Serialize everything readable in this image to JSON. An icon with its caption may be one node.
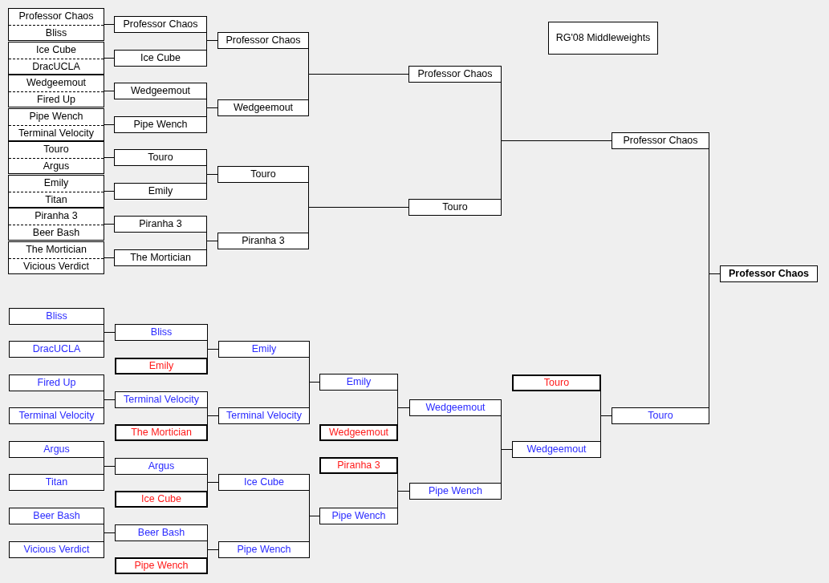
{
  "diagram": {
    "nodes": [
      {
        "text": [
          "Professor Chaos",
          "Bliss"
        ]
      },
      {
        "text": [
          "Ice Cube",
          "DracUCLA"
        ]
      },
      {
        "text": [
          "Wedgeemout",
          "Fired Up"
        ]
      },
      {
        "text": [
          "Pipe Wench",
          "Terminal Velocity"
        ]
      },
      {
        "text": [
          "Touro",
          "Argus"
        ]
      },
      {
        "text": [
          "Emily",
          "Titan"
        ]
      },
      {
        "text": [
          "Piranha 3",
          "Beer Bash"
        ]
      },
      {
        "text": [
          "The Mortician",
          "Vicious Verdict"
        ]
      },
      {
        "text": [
          "Professor Chaos"
        ]
      },
      {
        "text": [
          "Ice Cube"
        ]
      },
      {
        "text": [
          "Wedgeemout"
        ]
      },
      {
        "text": [
          "Pipe Wench"
        ]
      },
      {
        "text": [
          "Touro"
        ]
      },
      {
        "text": [
          "Emily"
        ]
      },
      {
        "text": [
          "Piranha 3"
        ]
      },
      {
        "text": [
          "The Mortician"
        ]
      },
      {
        "text": [
          "Professor Chaos"
        ]
      },
      {
        "text": [
          "Wedgeemout"
        ]
      },
      {
        "text": [
          "Touro"
        ]
      },
      {
        "text": [
          "Piranha 3"
        ]
      },
      {
        "text": [
          "Professor Chaos"
        ]
      },
      {
        "text": [
          "Touro"
        ]
      },
      {
        "text": [
          "Professor Chaos"
        ]
      },
      {
        "text": [
          "Professor Chaos"
        ]
      },
      {
        "text": [
          "Bliss"
        ]
      },
      {
        "text": [
          "DracUCLA"
        ]
      },
      {
        "text": [
          "Fired Up"
        ]
      },
      {
        "text": [
          "Terminal Velocity"
        ]
      },
      {
        "text": [
          "Argus"
        ]
      },
      {
        "text": [
          "Titan"
        ]
      },
      {
        "text": [
          "Beer Bash"
        ]
      },
      {
        "text": [
          "Vicious Verdict"
        ]
      },
      {
        "text": [
          "Bliss"
        ]
      },
      {
        "text": [
          "Emily"
        ]
      },
      {
        "text": [
          "Terminal Velocity"
        ]
      },
      {
        "text": [
          "The Mortician"
        ]
      },
      {
        "text": [
          "Argus"
        ]
      },
      {
        "text": [
          "Ice Cube"
        ]
      },
      {
        "text": [
          "Beer Bash"
        ]
      },
      {
        "text": [
          "Pipe Wench"
        ]
      },
      {
        "text": [
          "Emily"
        ]
      },
      {
        "text": [
          "Terminal Velocity"
        ]
      },
      {
        "text": [
          "Ice Cube"
        ]
      },
      {
        "text": [
          "Pipe Wench"
        ]
      },
      {
        "text": [
          "Emily"
        ]
      },
      {
        "text": [
          "Wedgeemout"
        ]
      },
      {
        "text": [
          "Piranha 3"
        ]
      },
      {
        "text": [
          "Pipe Wench"
        ]
      },
      {
        "text": [
          "Wedgeemout"
        ]
      },
      {
        "text": [
          "Pipe Wench"
        ]
      },
      {
        "text": [
          "Touro"
        ]
      },
      {
        "text": [
          "Wedgeemout"
        ]
      },
      {
        "text": [
          "Touro"
        ]
      },
      {
        "text": [
          "RG'08 Middleweights"
        ]
      }
    ],
    "edges": [
      {
        "from": 0,
        "to": 8,
        "arrow": "none"
      },
      {
        "from": 1,
        "to": 9,
        "arrow": "none"
      },
      {
        "from": 2,
        "to": 10,
        "arrow": "none"
      },
      {
        "from": 3,
        "to": 11,
        "arrow": "none"
      },
      {
        "from": 4,
        "to": 12,
        "arrow": "none"
      },
      {
        "from": 5,
        "to": 13,
        "arrow": "none"
      },
      {
        "from": 6,
        "to": 14,
        "arrow": "none"
      },
      {
        "from": 7,
        "to": 15,
        "arrow": "none"
      },
      {
        "from": 8,
        "to": 16,
        "arrow": "none"
      },
      {
        "from": 9,
        "to": 16,
        "arrow": "none"
      },
      {
        "from": 10,
        "to": 17,
        "arrow": "none"
      },
      {
        "from": 11,
        "to": 17,
        "arrow": "none"
      },
      {
        "from": 12,
        "to": 18,
        "arrow": "none"
      },
      {
        "from": 13,
        "to": 18,
        "arrow": "none"
      },
      {
        "from": 14,
        "to": 19,
        "arrow": "none"
      },
      {
        "from": 15,
        "to": 19,
        "arrow": "none"
      },
      {
        "from": 16,
        "to": 20,
        "arrow": "none"
      },
      {
        "from": 17,
        "to": 20,
        "arrow": "none"
      },
      {
        "from": 18,
        "to": 21,
        "arrow": "none"
      },
      {
        "from": 19,
        "to": 21,
        "arrow": "none"
      },
      {
        "from": 20,
        "to": 22,
        "arrow": "none"
      },
      {
        "from": 21,
        "to": 22,
        "arrow": "none"
      },
      {
        "from": 22,
        "to": 23,
        "arrow": "none"
      },
      {
        "from": 52,
        "to": 23,
        "arrow": "none"
      },
      {
        "from": 24,
        "to": 32,
        "arrow": "none"
      },
      {
        "from": 25,
        "to": 32,
        "arrow": "none"
      },
      {
        "from": 26,
        "to": 34,
        "arrow": "none"
      },
      {
        "from": 27,
        "to": 34,
        "arrow": "none"
      },
      {
        "from": 28,
        "to": 36,
        "arrow": "none"
      },
      {
        "from": 29,
        "to": 36,
        "arrow": "none"
      },
      {
        "from": 30,
        "to": 38,
        "arrow": "none"
      },
      {
        "from": 31,
        "to": 38,
        "arrow": "none"
      },
      {
        "from": 32,
        "to": 40,
        "arrow": "none"
      },
      {
        "from": 33,
        "to": 40,
        "arrow": "none"
      },
      {
        "from": 34,
        "to": 41,
        "arrow": "none"
      },
      {
        "from": 35,
        "to": 41,
        "arrow": "none"
      },
      {
        "from": 36,
        "to": 42,
        "arrow": "none"
      },
      {
        "from": 37,
        "to": 42,
        "arrow": "none"
      },
      {
        "from": 38,
        "to": 43,
        "arrow": "none"
      },
      {
        "from": 39,
        "to": 43,
        "arrow": "none"
      },
      {
        "from": 40,
        "to": 44,
        "arrow": "none"
      },
      {
        "from": 41,
        "to": 44,
        "arrow": "none"
      },
      {
        "from": 42,
        "to": 47,
        "arrow": "none"
      },
      {
        "from": 43,
        "to": 47,
        "arrow": "none"
      },
      {
        "from": 44,
        "to": 48,
        "arrow": "none"
      },
      {
        "from": 45,
        "to": 48,
        "arrow": "none"
      },
      {
        "from": 46,
        "to": 49,
        "arrow": "none"
      },
      {
        "from": 47,
        "to": 49,
        "arrow": "none"
      },
      {
        "from": 48,
        "to": 51,
        "arrow": "none"
      },
      {
        "from": 49,
        "to": 51,
        "arrow": "none"
      },
      {
        "from": 50,
        "to": 52,
        "arrow": "none"
      },
      {
        "from": 51,
        "to": 52,
        "arrow": "none"
      }
    ]
  }
}
